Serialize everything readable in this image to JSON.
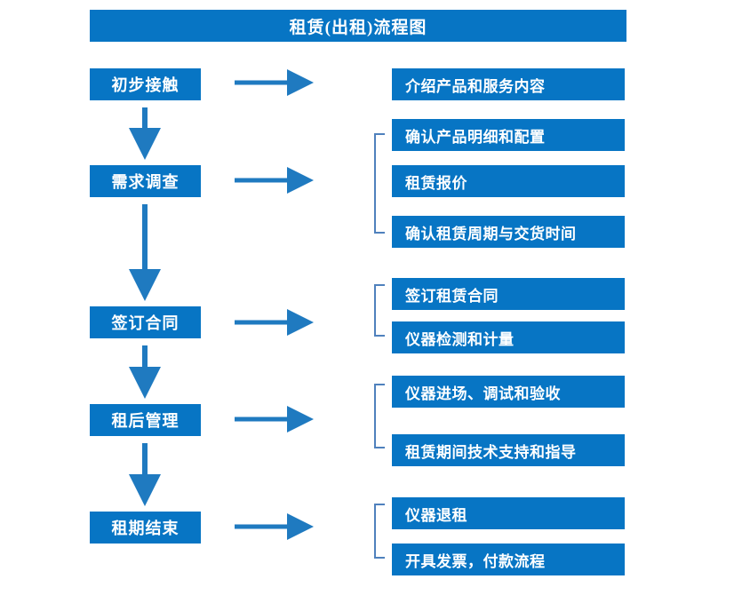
{
  "title": "租赁(出租)流程图",
  "colors": {
    "brand_blue": "#0775C4",
    "bracket_blue": "#4F81BD",
    "arrow_blue": "#1F7AC0",
    "text_white": "#FFFFFF",
    "background": "#FFFFFF"
  },
  "stages": [
    {
      "id": "initial-contact",
      "label": "初步接触"
    },
    {
      "id": "needs-survey",
      "label": "需求调查"
    },
    {
      "id": "sign-contract",
      "label": "签订合同"
    },
    {
      "id": "post-rent-mgmt",
      "label": "租后管理"
    },
    {
      "id": "lease-end",
      "label": "租期结束"
    }
  ],
  "detail_groups": [
    {
      "id": "group-initial-contact",
      "bracketed": false,
      "items": [
        {
          "label": "介绍产品和服务内容"
        }
      ]
    },
    {
      "id": "group-needs-survey",
      "bracketed": true,
      "items": [
        {
          "label": "确认产品明细和配置"
        },
        {
          "label": "租赁报价"
        },
        {
          "label": "确认租赁周期与交货时间"
        }
      ]
    },
    {
      "id": "group-sign-contract",
      "bracketed": true,
      "items": [
        {
          "label": "签订租赁合同"
        },
        {
          "label": "仪器检测和计量"
        }
      ]
    },
    {
      "id": "group-post-rent-mgmt",
      "bracketed": true,
      "items": [
        {
          "label": "仪器进场、调试和验收"
        },
        {
          "label": "租赁期间技术支持和指导"
        }
      ]
    },
    {
      "id": "group-lease-end",
      "bracketed": true,
      "items": [
        {
          "label": "仪器退租"
        },
        {
          "label": "开具发票，付款流程"
        }
      ]
    }
  ],
  "arrows": {
    "vertical_down_icon": "arrow-down-icon",
    "horizontal_right_icon": "arrow-right-icon",
    "vertical_count": 4,
    "horizontal_count": 5
  }
}
